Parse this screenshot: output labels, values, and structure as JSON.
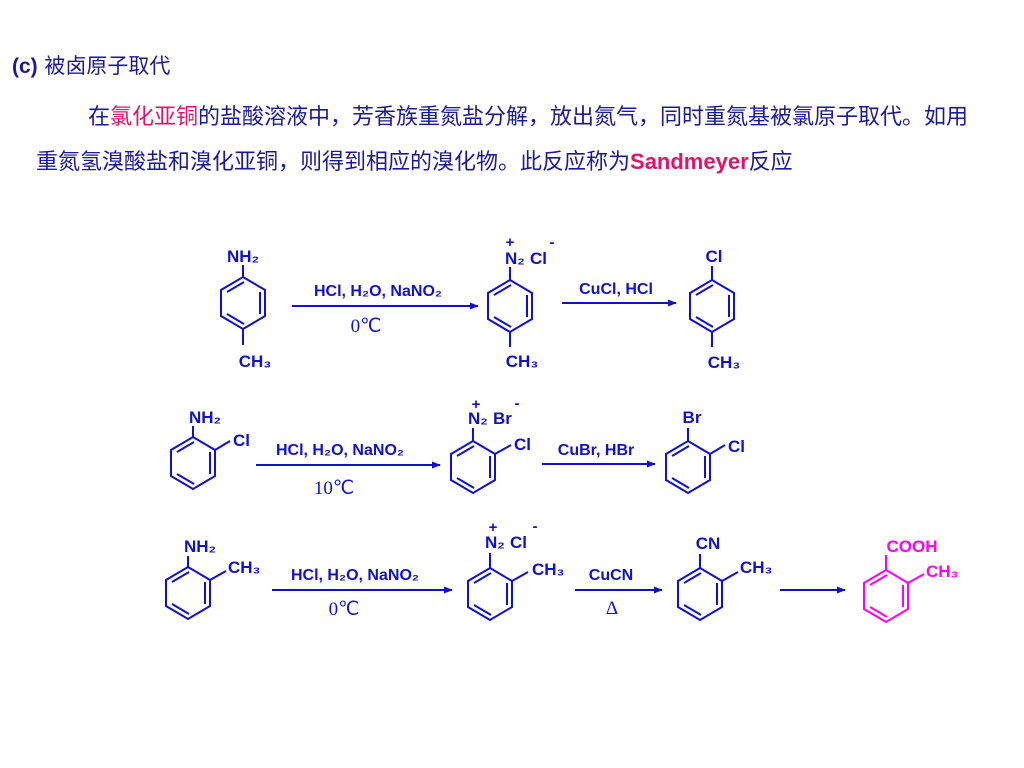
{
  "heading": {
    "tag": "(c)",
    "title": "被卤原子取代"
  },
  "paragraph": {
    "pre": "在",
    "highlight": "氯化亚铜",
    "body": "的盐酸溶液中，芳香族重氮盐分解，放出氮气，同时重氮基被氯原子取代。如用重氮氢溴酸盐和溴化亚铜，则得到相应的溴化物。此反应称为",
    "highlight2": "Sandmeyer",
    "post": "反应"
  },
  "colors": {
    "text": "#1a1a99",
    "scheme": "#1010d0",
    "highlight": "#e6126a",
    "product": "#ff00ff"
  },
  "reactions": [
    {
      "start": {
        "top": "NH₂",
        "ortho": "",
        "para": "CH₃"
      },
      "reagent1": "HCl, H₂O, NaNO₂",
      "temperature": "0℃",
      "diazonium": {
        "cation": "N₂",
        "anion": "Cl",
        "plus": "+",
        "minus": "-",
        "ortho": "",
        "para": "CH₃"
      },
      "reagent2": "CuCl, HCl",
      "condition2": "",
      "product": {
        "top": "Cl",
        "ortho": "",
        "para": "CH₃"
      }
    },
    {
      "start": {
        "top": "NH₂",
        "ortho": "Cl",
        "para": ""
      },
      "reagent1": "HCl, H₂O, NaNO₂",
      "temperature": "10℃",
      "diazonium": {
        "cation": "N₂",
        "anion": "Br",
        "plus": "+",
        "minus": "-",
        "ortho": "Cl",
        "para": ""
      },
      "reagent2": "CuBr, HBr",
      "condition2": "",
      "product": {
        "top": "Br",
        "ortho": "Cl",
        "para": ""
      }
    },
    {
      "start": {
        "top": "NH₂",
        "ortho": "CH₃",
        "para": ""
      },
      "reagent1": "HCl, H₂O, NaNO₂",
      "temperature": "0℃",
      "diazonium": {
        "cation": "N₂",
        "anion": "Cl",
        "plus": "+",
        "minus": "-",
        "ortho": "CH₃",
        "para": ""
      },
      "reagent2": "CuCN",
      "condition2": "Δ",
      "product": {
        "top": "CN",
        "ortho": "CH₃",
        "para": ""
      },
      "final": {
        "top": "COOH",
        "ortho": "CH₃"
      }
    }
  ]
}
